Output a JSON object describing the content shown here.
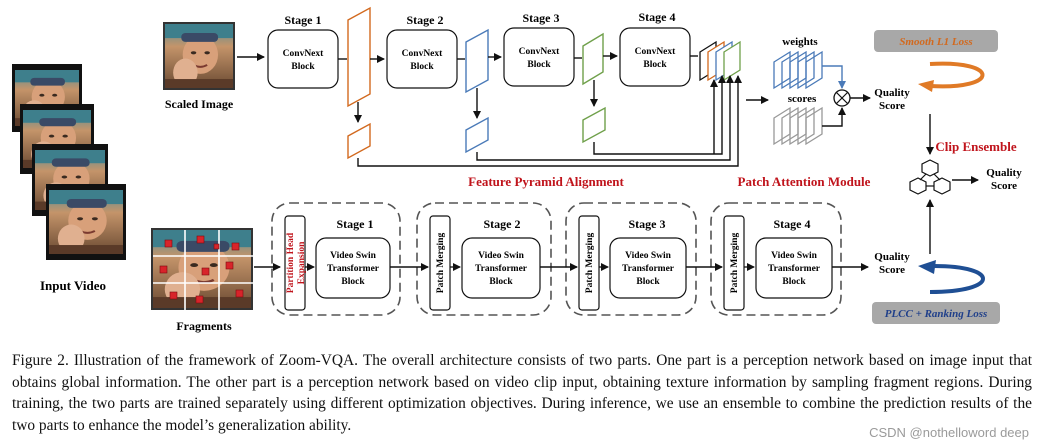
{
  "top_branch": {
    "input_label": "Scaled Image",
    "stages": [
      {
        "title": "Stage 1",
        "block": "ConvNext Block"
      },
      {
        "title": "Stage 2",
        "block": "ConvNext Block"
      },
      {
        "title": "Stage 3",
        "block": "ConvNext Block"
      },
      {
        "title": "Stage 4",
        "block": "ConvNext Block"
      }
    ],
    "fpa_label": "Feature Pyramid Alignment",
    "pam_label": "Patch Attention Module",
    "weights_label": "weights",
    "scores_label": "scores",
    "quality_score": "Quality Score",
    "loss_label": "Smooth L1 Loss"
  },
  "bottom_branch": {
    "input_label": "Fragments",
    "head_label": "Partition Head Expansion",
    "merge_label": "Patch Merging",
    "stages": [
      {
        "title": "Stage 1",
        "block": "Video Swin Transformer Block"
      },
      {
        "title": "Stage 2",
        "block": "Video Swin Transformer Block"
      },
      {
        "title": "Stage 3",
        "block": "Video Swin Transformer Block"
      },
      {
        "title": "Stage 4",
        "block": "Video Swin Transformer Block"
      }
    ],
    "quality_score": "Quality Score",
    "loss_label": "PLCC + Ranking Loss"
  },
  "input_video_label": "Input Video",
  "ensemble": {
    "label": "Clip Ensemble",
    "output": "Quality Score"
  },
  "caption": "Figure 2. Illustration of the framework of Zoom-VQA. The overall architecture consists of two parts. One part is a perception network based on image input that obtains global information. The other part is a perception network based on video clip input, obtaining texture information by sampling fragment regions. During training, the two parts are trained separately using different optimization objectives. During inference, we use an ensemble to combine the prediction results of the two parts to enhance the model’s generalization ability.",
  "watermark": "CSDN @nothelloword deep",
  "colors": {
    "accent_red": "#c0141c",
    "orange": "#d2691e",
    "blue": "#4a7ab8",
    "green": "#6fa04a",
    "loss_grey": "#a8a8a8"
  }
}
